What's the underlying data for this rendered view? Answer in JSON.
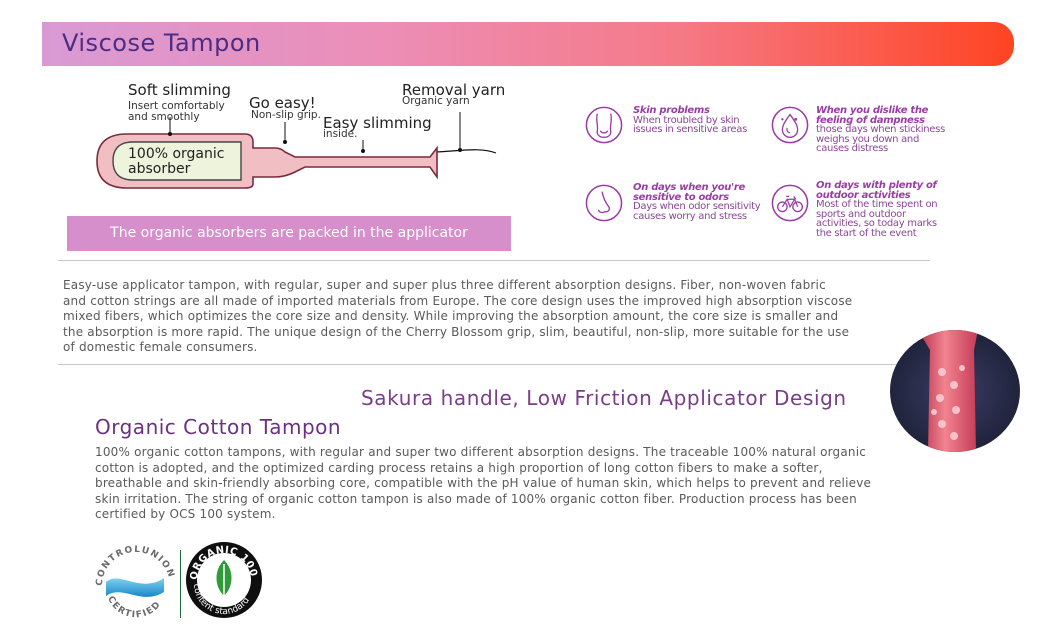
{
  "banner": {
    "title": "Viscose Tampon"
  },
  "diagram": {
    "labels": [
      {
        "id": "soft",
        "title": "Soft slimming",
        "desc": "Insert comfortably and smoothly"
      },
      {
        "id": "easy",
        "title": "Go easy!",
        "desc": "Non-slip grip."
      },
      {
        "id": "slim",
        "title": "Easy slimming",
        "desc": "inside."
      },
      {
        "id": "yarn",
        "title": "Removal yarn",
        "desc": "Organic yarn"
      }
    ],
    "core_label": "100% organic absorber",
    "caption": "The organic absorbers are packed in the applicator"
  },
  "features": [
    {
      "icon": "skin-icon",
      "title": "Skin problems",
      "desc": "When troubled by skin issues in sensitive areas"
    },
    {
      "icon": "water-drop-icon",
      "title": "When you dislike the feeling of dampness",
      "desc": "those days when stickiness weighs you down and causes distress"
    },
    {
      "icon": "nose-icon",
      "title": "On days when you're sensitive to odors",
      "desc": "Days when odor sensitivity causes worry and stress"
    },
    {
      "icon": "bicycle-icon",
      "title": "On days with plenty of outdoor activities",
      "desc": "Most of the time spent on sports and outdoor activities, so today marks the start of the event"
    }
  ],
  "viscose_description": "Easy-use applicator tampon, with regular, super and super plus three different absorption designs.  Fiber, non-woven fabric and cotton strings are all made of imported materials from Europe. The core design uses the improved high absorption viscose mixed fibers, which optimizes the core size and density. While improving the absorption amount, the core size is smaller and the absorption is more rapid. The unique design of the Cherry Blossom grip, slim, beautiful, non-slip, more suitable for the use of domestic female consumers.",
  "sakura_heading": "Sakura handle, Low Friction Applicator Design",
  "organic": {
    "heading": "Organic Cotton Tampon",
    "description": "100% organic cotton tampons, with regular and super two different absorption designs. The traceable 100% natural organic cotton is adopted, and the optimized carding process retains a high proportion of long cotton fibers to make a softer, breathable and skin-friendly absorbing core, compatible with the pH value of human skin, which helps to prevent and relieve skin irritation. The string of organic cotton tampon is also made of 100% organic cotton fiber. Production process has been certified by OCS 100 system."
  },
  "logos": {
    "control_union": "CONTROL UNION CERTIFIED",
    "ocs_top": "ORGANIC 100",
    "ocs_bottom": "content standard"
  },
  "colors": {
    "title": "#4a2d86",
    "accent": "#9a3ca5",
    "caption_bg": "#d68fcb"
  }
}
